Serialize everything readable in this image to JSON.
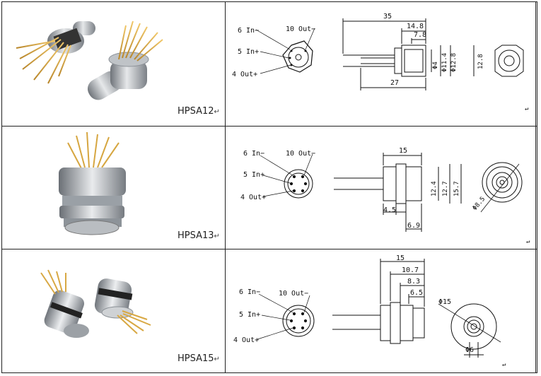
{
  "rows": [
    {
      "product": "HPSA12",
      "pins": {
        "p6": "6 In−",
        "p10": "10 Out−",
        "p5": "5 In+",
        "p4": "4 Out+"
      },
      "dims": {
        "overall": "35",
        "d1": "14.8",
        "d2": "7.8",
        "d3": "27",
        "dia1": "Φ4",
        "dia2": "Φ11.4",
        "dia3": "Φ12.8",
        "end_dia": "12.8"
      }
    },
    {
      "product": "HPSA13",
      "pins": {
        "p6": "6 In−",
        "p10": "10 Out−",
        "p5": "5 In+",
        "p4": "4 Out+"
      },
      "dims": {
        "length": "15",
        "h1": "12.4",
        "h2": "12.7",
        "h3": "15.7",
        "w1": "4.5",
        "w2": "6.9",
        "end_dia": "Φ8.5"
      }
    },
    {
      "product": "HPSA15",
      "pins": {
        "p6": "6 In−",
        "p10": "10 Out−",
        "p5": "5 In+",
        "p4": "4 Out+"
      },
      "dims": {
        "l1": "15",
        "l2": "10.7",
        "l3": "8.3",
        "l4": "6.5",
        "end_dia1": "Φ15",
        "end_dia2": "Φ6"
      }
    }
  ],
  "return_mark": "↵"
}
